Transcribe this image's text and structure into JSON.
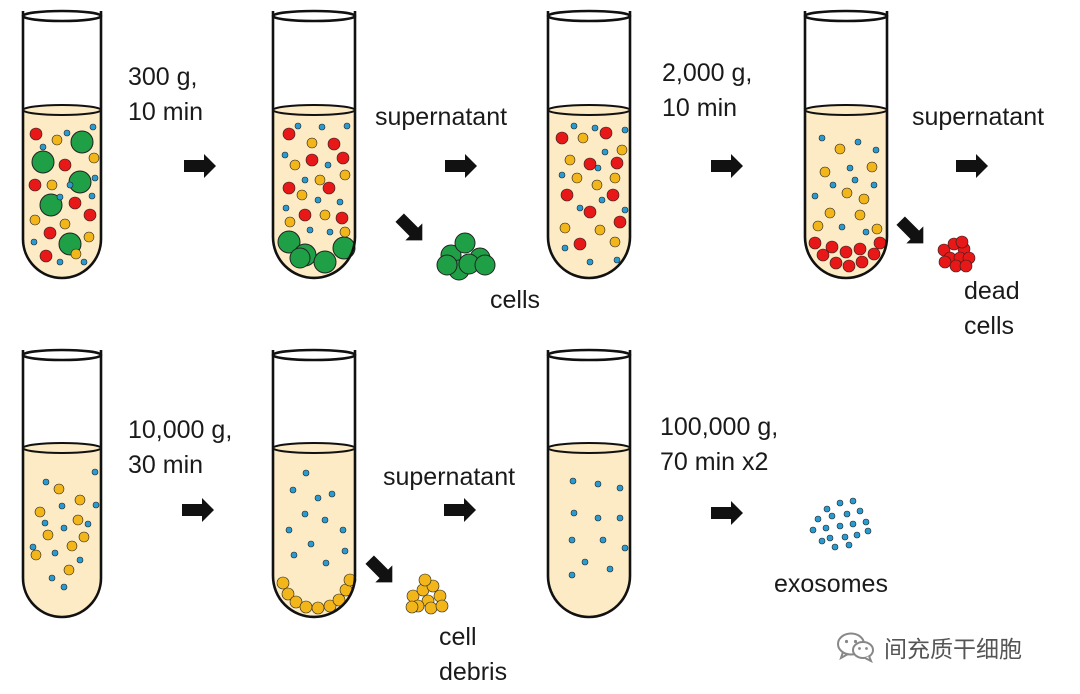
{
  "labels": {
    "step1_line1": "300 g,",
    "step1_line2": "10 min",
    "supernatant_1": "supernatant",
    "step2_line1": "2,000 g,",
    "step2_line2": "10 min",
    "supernatant_2": "supernatant",
    "step3_line1": "10,000 g,",
    "step3_line2": "30 min",
    "supernatant_3": "supernatant",
    "step4_line1": "100,000 g,",
    "step4_line2": "70 min x2",
    "cells": "cells",
    "dead_line1": "dead",
    "dead_line2": "cells",
    "debris_line1": "cell",
    "debris_line2": "debris",
    "exosomes": "exosomes"
  },
  "watermark": {
    "text": "间充质干细胞",
    "icon": "wechat-icon"
  },
  "colors": {
    "liquid": "#FCEBC4",
    "outline": "#111111",
    "cell": "#1FA046",
    "dead_cell": "#E81818",
    "debris": "#F2B51A",
    "exosome": "#2A9BD1",
    "arrow": "#111111"
  }
}
